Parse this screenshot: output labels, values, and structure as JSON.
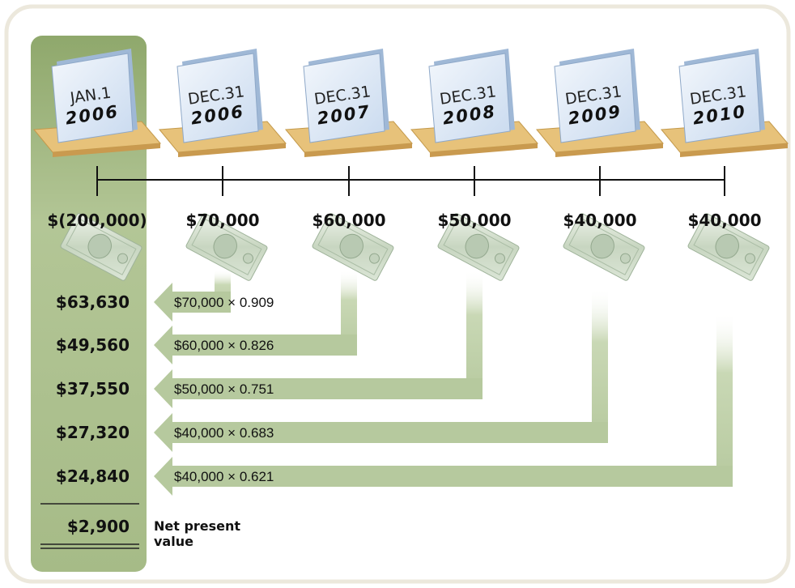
{
  "calendars": [
    {
      "line1": "JAN.1",
      "line2": "2006"
    },
    {
      "line1": "DEC.31",
      "line2": "2006"
    },
    {
      "line1": "DEC.31",
      "line2": "2007"
    },
    {
      "line1": "DEC.31",
      "line2": "2008"
    },
    {
      "line1": "DEC.31",
      "line2": "2009"
    },
    {
      "line1": "DEC.31",
      "line2": "2010"
    }
  ],
  "cash_flows": [
    "$(200,000)",
    "$70,000",
    "$60,000",
    "$50,000",
    "$40,000",
    "$40,000"
  ],
  "present_values": [
    {
      "value": "$63,630",
      "formula": "$70,000 × 0.909"
    },
    {
      "value": "$49,560",
      "formula": "$60,000 × 0.826"
    },
    {
      "value": "$37,550",
      "formula": "$50,000 × 0.751"
    },
    {
      "value": "$27,320",
      "formula": "$40,000 × 0.683"
    },
    {
      "value": "$24,840",
      "formula": "$40,000 × 0.621"
    }
  ],
  "net_present_value": {
    "value": "$2,900",
    "label_line1": "Net present",
    "label_line2": "value"
  },
  "colors": {
    "frame_border": "#ece8dc",
    "green_column": "#a7bd86",
    "arrow_green": "#b9cca2",
    "calendar_page": "#e2ecf6",
    "calendar_base": "#e8c377",
    "bill_green": "#cfdcc9"
  }
}
